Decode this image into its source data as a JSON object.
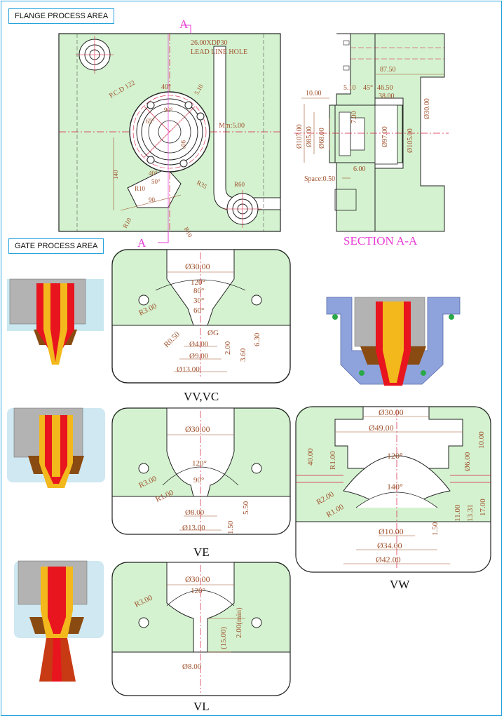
{
  "labels": {
    "flange_area": "FLANGE PROCESS AREA",
    "gate_area": "GATE PROCESS AREA",
    "section_marker": "A",
    "section_title": "SECTION A-A"
  },
  "flange_plan": {
    "lead_hole_1": "26.00XDP30",
    "lead_hole_2": "LEAD LINE HOLE",
    "pcd": "P.C.D 122",
    "mm": "Mm:5.00",
    "dims": [
      "40°",
      "5.10",
      "90°",
      "65°",
      "90°",
      "50°",
      "40°",
      "R10",
      "R35",
      "R60",
      "90",
      "140",
      "R10",
      "R10"
    ]
  },
  "section_aa": {
    "dims": [
      "87.50",
      "10.00",
      "5.10",
      "45°",
      "46.50",
      "38.00",
      "Ø107.00",
      "Ø85.00",
      "Ø68.00",
      "7.00",
      "Ø97.00",
      "Ø105.00",
      "Ø30.00",
      "6.00",
      "Space:0.50"
    ]
  },
  "gates": {
    "vv_vc": {
      "caption": "VV,VC",
      "dims": [
        "Ø30.00",
        "120°",
        "80°",
        "30°",
        "60°",
        "R3.00",
        "R0.50",
        "ØG",
        "Ø4.00",
        "Ø9.00",
        "Ø13.00",
        "2.00",
        "3.60",
        "6.30"
      ]
    },
    "ve": {
      "caption": "VE",
      "dims": [
        "Ø30.00",
        "120°",
        "90°",
        "R3.00",
        "R1.00",
        "Ø8.00",
        "Ø13.00",
        "1.50",
        "5.50"
      ]
    },
    "vl": {
      "caption": "VL",
      "dims": [
        "Ø30.00",
        "120°",
        "R3.00",
        "2.00(min)",
        "(15.00)",
        "Ø8.00"
      ]
    },
    "vw": {
      "caption": "VW",
      "dims": [
        "Ø30.00",
        "Ø49.00",
        "40.00",
        "R1.00",
        "120°",
        "Ø6.00",
        "10.00",
        "R2.00",
        "140°",
        "R1.00",
        "Ø10.00",
        "1.50",
        "11.00",
        "13.31",
        "17.00",
        "Ø34.00",
        "Ø42.00"
      ]
    }
  },
  "colors": {
    "plate": "#d4f2d0",
    "outline": "#222222",
    "dimension": "#a0522d",
    "centerline": "#d81b3c",
    "section": "#e83bd4",
    "nozzle_red": "#e8141e",
    "nozzle_gold": "#f2b81c",
    "nozzle_grey": "#a9a9a9",
    "housing_blue": "#8ea3dc"
  }
}
